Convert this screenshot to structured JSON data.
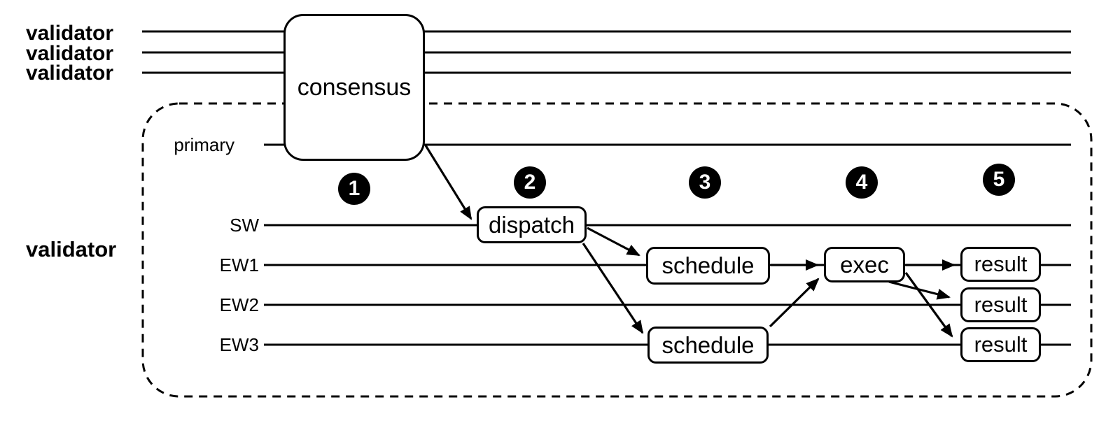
{
  "diagram": {
    "description": "Swimlane timeline: consensus output dispatched by a validator's primary to sequencing worker (SW) and execution workers (EW1-EW3)",
    "top_lanes": [
      {
        "label": "validator"
      },
      {
        "label": "validator"
      },
      {
        "label": "validator"
      }
    ],
    "validator_group": {
      "label": "validator"
    },
    "inner_lanes": [
      {
        "label": "primary"
      },
      {
        "label": "SW"
      },
      {
        "label": "EW1"
      },
      {
        "label": "EW2"
      },
      {
        "label": "EW3"
      }
    ],
    "nodes": {
      "consensus": {
        "label": "consensus"
      },
      "dispatch": {
        "label": "dispatch"
      },
      "schedule_ew1": {
        "label": "schedule"
      },
      "schedule_ew3": {
        "label": "schedule"
      },
      "exec": {
        "label": "exec"
      },
      "result_ew1": {
        "label": "result"
      },
      "result_ew2": {
        "label": "result"
      },
      "result_ew3": {
        "label": "result"
      }
    },
    "steps": [
      {
        "number": "1"
      },
      {
        "number": "2"
      },
      {
        "number": "3"
      },
      {
        "number": "4"
      },
      {
        "number": "5"
      }
    ],
    "edges": [
      "consensus → dispatch",
      "dispatch → schedule (EW1)",
      "dispatch → schedule (EW3)",
      "schedule (EW1) → exec",
      "schedule (EW3) → exec",
      "exec → result (EW1)",
      "exec → result (EW2)",
      "exec → result (EW3)"
    ],
    "colors": {
      "line": "#000000",
      "node_fill": "#ffffff",
      "node_border": "#000000",
      "step_marker_fill": "#000000",
      "step_marker_text": "#ffffff",
      "background": "#ffffff"
    }
  }
}
